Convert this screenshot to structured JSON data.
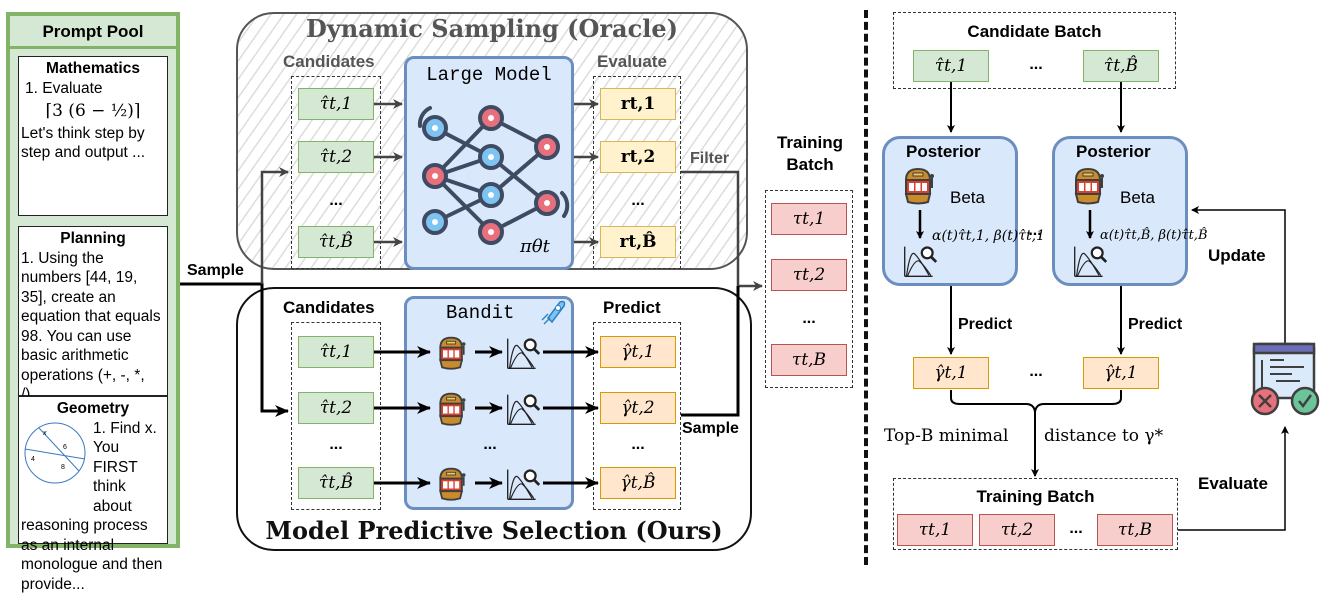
{
  "prompt_pool": {
    "title": "Prompt Pool",
    "cards": [
      {
        "heading": "Mathematics",
        "line1": "1. Evaluate",
        "expression": "⌈3 (6 − ½)⌉",
        "text": "Let's think step by step and output ..."
      },
      {
        "heading": "Planning",
        "text": "1. Using the numbers [44, 19, 35], create an equation that equals 98. You can use basic arithmetic operations (+, -, *, /)..."
      },
      {
        "heading": "Geometry",
        "side_text": "1. Find x. You FIRST think about",
        "text": "reasoning process as an internal monologue and then provide...",
        "figure_labels": [
          "x",
          "6",
          "4",
          "8"
        ]
      }
    ]
  },
  "oracle": {
    "title": "Dynamic Sampling (Oracle)",
    "candidates_label": "Candidates",
    "candidates": [
      "τ̂t,1",
      "τ̂t,2",
      "...",
      "τ̂t,B̂"
    ],
    "model_label": "Large Model",
    "policy_label": "πθt",
    "evaluate_label": "Evaluate",
    "rewards": [
      "rt,1",
      "rt,2",
      "...",
      "rt,B̂"
    ],
    "filter_label": "Filter"
  },
  "mps": {
    "title": "Model Predictive Selection (Ours)",
    "candidates_label": "Candidates",
    "candidates": [
      "τ̂t,1",
      "τ̂t,2",
      "...",
      "τ̂t,B̂"
    ],
    "bandit_label": "Bandit",
    "bandit_dots": "...",
    "predict_label": "Predict",
    "predictions": [
      "γ̂t,1",
      "γ̂t,2",
      "...",
      "γ̂t,B̂"
    ]
  },
  "flow": {
    "sample_left": "Sample",
    "sample_right": "Sample"
  },
  "training_batch_mid": {
    "title_line1": "Training",
    "title_line2": "Batch",
    "items": [
      "τt,1",
      "τt,2",
      "...",
      "τt,B"
    ]
  },
  "right": {
    "candidate_batch": {
      "title": "Candidate Batch",
      "items": [
        "τ̂t,1",
        "...",
        "τ̂t,B̂"
      ]
    },
    "posteriors": [
      {
        "title": "Posterior",
        "dist": "Beta",
        "params": "α(t)τ̂t,1, β(t)τ̂t,1"
      },
      {
        "title": "Posterior",
        "dist": "Beta",
        "params": "α(t)τ̂t,B̂, β(t)τ̂t,B̂"
      }
    ],
    "posterior_dots": "...",
    "predict_labels": [
      "Predict",
      "Predict"
    ],
    "predictions": [
      "γ̂t,1",
      "...",
      "γ̂t,1"
    ],
    "selection_text_left": "Top-B minimal",
    "selection_text_right": "distance to γ*",
    "training_batch": {
      "title": "Training Batch",
      "items": [
        "τt,1",
        "τt,2",
        "...",
        "τt,B"
      ]
    },
    "update_label": "Update",
    "evaluate_label": "Evaluate"
  },
  "colors": {
    "green_fill": "#d5e8d4",
    "green_stroke": "#82b366",
    "yellow_fill": "#fff2cc",
    "yellow_stroke": "#d6b656",
    "orange_fill": "#ffe6cc",
    "orange_stroke": "#d79b00",
    "red_fill": "#f8cecc",
    "red_stroke": "#b85450",
    "blue_fill": "#dae8fc",
    "blue_stroke": "#6c8ebf"
  }
}
